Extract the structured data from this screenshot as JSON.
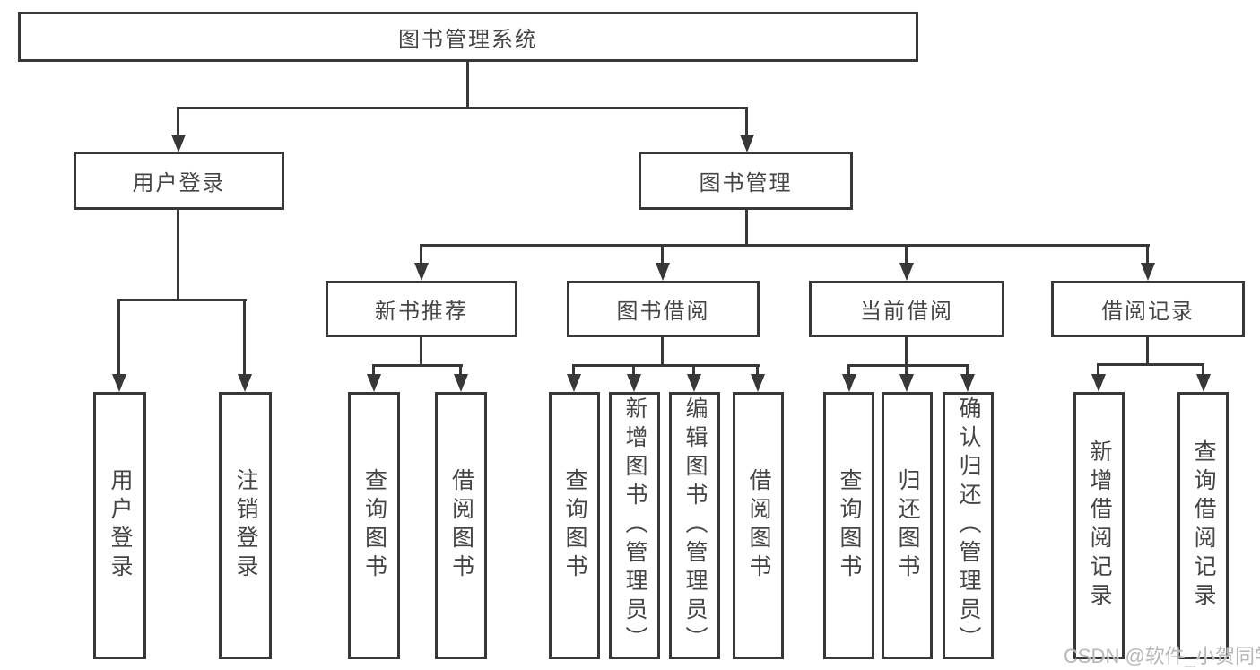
{
  "colors": {
    "line": "#383838",
    "text": "#454545",
    "background": "#ffffff",
    "watermark": "#b7b7b7"
  },
  "watermark": {
    "text": "CSDN @软件_小贺同学"
  },
  "tree": {
    "root": {
      "label": "图书管理系统"
    },
    "branches": [
      {
        "label": "用户登录",
        "children": [
          {
            "label": "用户登录"
          },
          {
            "label": "注销登录"
          }
        ]
      },
      {
        "label": "图书管理",
        "children": [
          {
            "label": "新书推荐",
            "children": [
              {
                "label": "查询图书"
              },
              {
                "label": "借阅图书"
              }
            ]
          },
          {
            "label": "图书借阅",
            "children": [
              {
                "label": "查询图书"
              },
              {
                "label": "新增图书（管理员）"
              },
              {
                "label": "编辑图书（管理员）"
              },
              {
                "label": "借阅图书"
              }
            ]
          },
          {
            "label": "当前借阅",
            "children": [
              {
                "label": "查询图书"
              },
              {
                "label": "归还图书"
              },
              {
                "label": "确认归还（管理员）"
              }
            ]
          },
          {
            "label": "借阅记录",
            "children": [
              {
                "label": "新增借阅记录"
              },
              {
                "label": "查询借阅记录"
              }
            ]
          }
        ]
      }
    ]
  }
}
